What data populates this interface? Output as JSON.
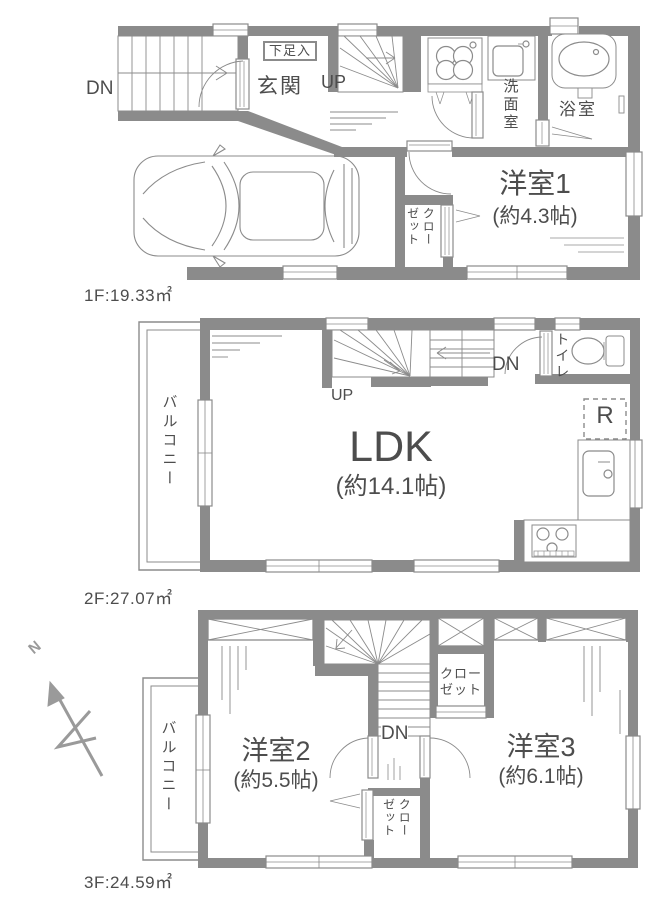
{
  "colors": {
    "wall": "#8b8b8b",
    "line": "#8f8f8f",
    "text": "#4d4d4d",
    "compass": "#9a9a9a"
  },
  "floor1": {
    "area_label": "1F:19.33㎡",
    "dn": "DN",
    "up": "UP",
    "entrance": "玄関",
    "shoe_box": "下足入",
    "washroom": "洗面室",
    "bathroom": "浴室",
    "room1_name": "洋室1",
    "room1_size": "(約4.3帖)",
    "closet": "クローゼット"
  },
  "floor2": {
    "area_label": "2F:27.07㎡",
    "balcony": "バルコニー",
    "up": "UP",
    "dn": "DN",
    "toilet": "トイレ",
    "fridge": "R",
    "ldk_name": "LDK",
    "ldk_size": "(約14.1帖)"
  },
  "floor3": {
    "area_label": "3F:24.59㎡",
    "balcony": "バルコニー",
    "dn": "DN",
    "closet_upper": "クローゼット",
    "closet_lower": "クローゼット",
    "room2_name": "洋室2",
    "room2_size": "(約5.5帖)",
    "room3_name": "洋室3",
    "room3_size": "(約6.1帖)"
  },
  "compass": {
    "north": "N"
  }
}
